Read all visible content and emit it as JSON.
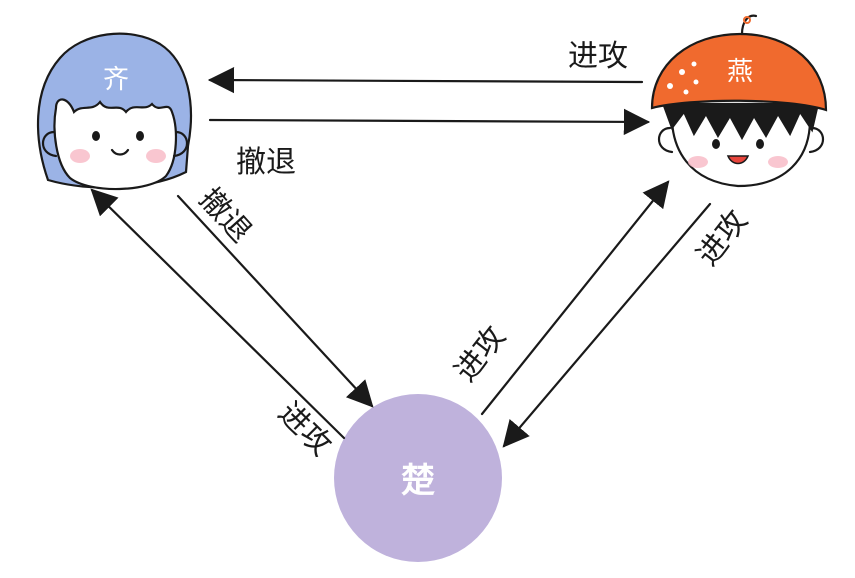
{
  "nodes": {
    "qi": {
      "label": "齐",
      "hair_color": "#9bb3e6"
    },
    "yan": {
      "label": "燕",
      "hat_color": "#f06a2e"
    },
    "chu": {
      "label": "楚",
      "fill_color": "#bfb2dc"
    }
  },
  "edges": {
    "yan_to_qi": "进攻",
    "qi_to_yan": "撤退",
    "qi_to_chu": "撤退",
    "chu_to_qi": "进攻",
    "chu_to_yan": "进攻",
    "yan_to_chu": "进攻"
  }
}
